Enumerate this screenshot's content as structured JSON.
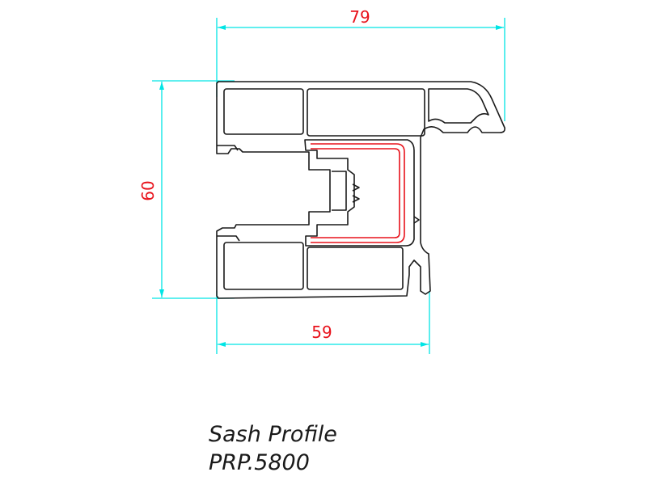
{
  "drawing": {
    "dimensions": {
      "top_width": "79",
      "bottom_width": "59",
      "height": "60"
    },
    "caption": {
      "title": "Sash Profile",
      "code": "PRP.5800"
    },
    "colors": {
      "profile_outline": "#1a1a1a",
      "dimension_line": "#00e5e5",
      "dimension_text": "#e8121b",
      "reinforcement": "#e8121b"
    }
  }
}
